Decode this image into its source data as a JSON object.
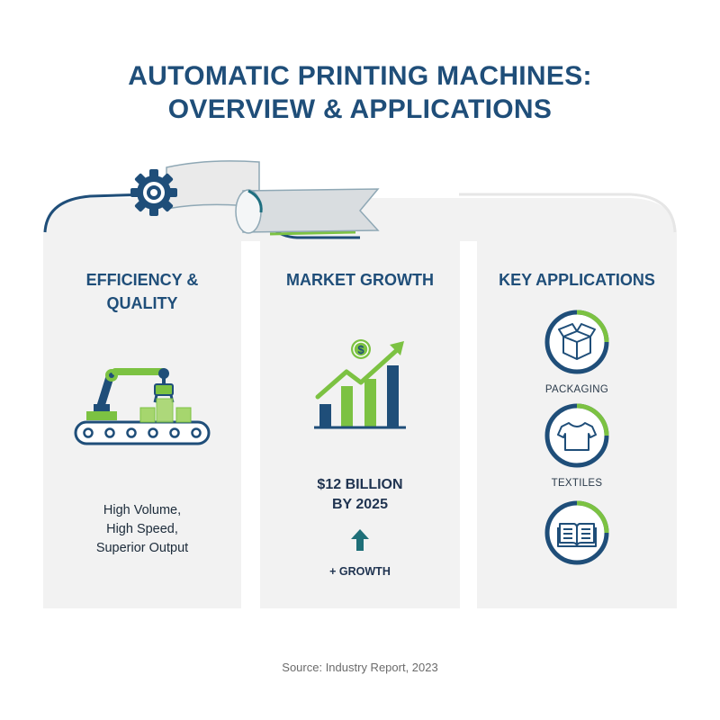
{
  "header": {
    "title_line1": "AUTOMATIC PRINTING MACHINES:",
    "title_line2": "OVERVIEW & APPLICATIONS"
  },
  "panels": {
    "efficiency": {
      "heading_line1": "EFFICIENCY &",
      "heading_line2": "QUALITY",
      "text_line1": "High Volume,",
      "text_line2": "High Speed,",
      "text_line3": "Superior Output",
      "icon": "robotic-arm-conveyor-icon"
    },
    "market": {
      "heading": "MARKET GROWTH",
      "stat_line1": "$12 BILLION",
      "stat_line2": "BY 2025",
      "growth_label": "+ GROWTH",
      "icon": "growth-bar-chart-icon",
      "currency_symbol": "$"
    },
    "applications": {
      "heading": "KEY APPLICATIONS",
      "items": [
        {
          "label": "PACKAGING",
          "icon": "box-icon"
        },
        {
          "label": "TEXTILES",
          "icon": "tshirt-icon"
        },
        {
          "label": "",
          "icon": "book-icon"
        }
      ]
    }
  },
  "source": "Source: Industry Report, 2023",
  "colors": {
    "navy": "#1f4e79",
    "green": "#7cc242",
    "teal": "#1e6f78",
    "panel": "#f2f2f2"
  }
}
